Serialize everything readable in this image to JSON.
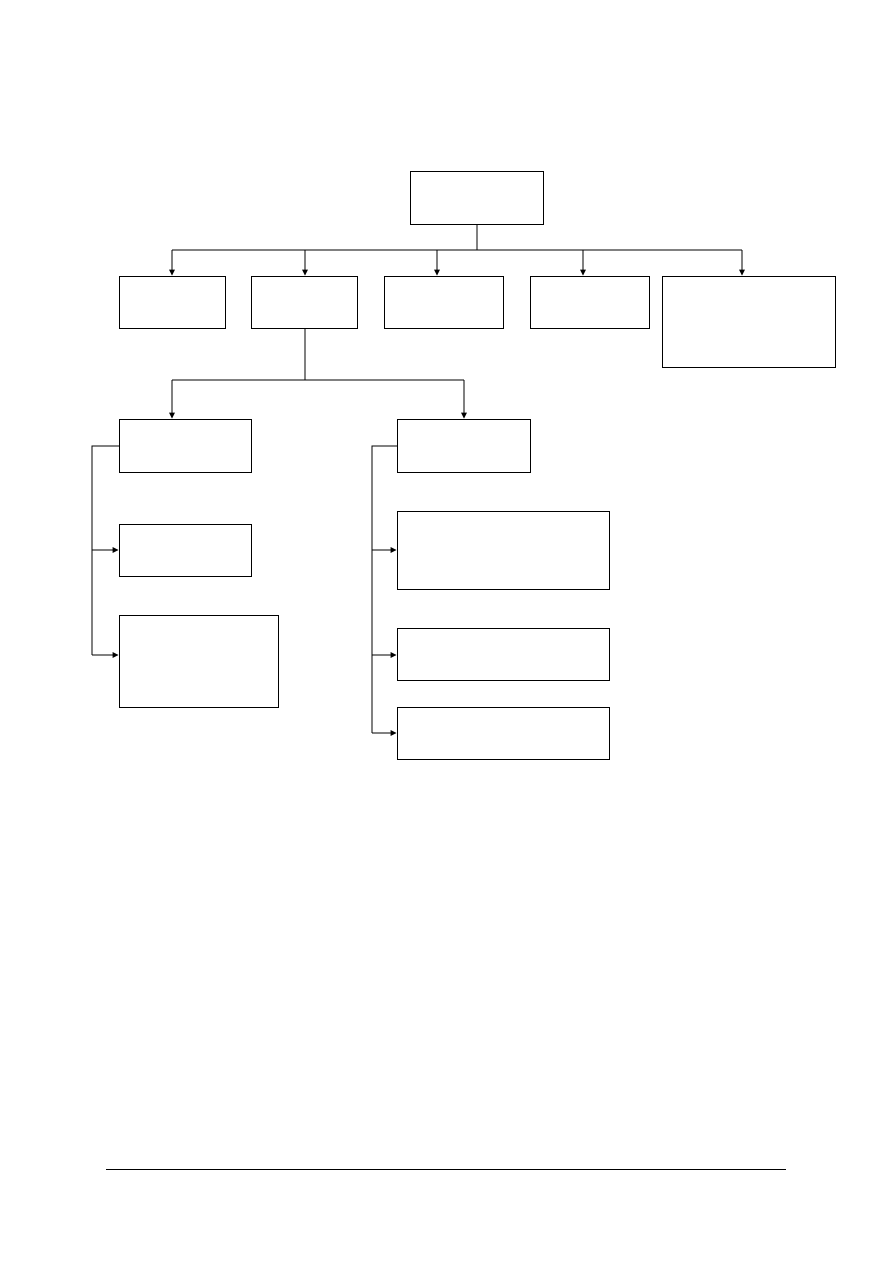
{
  "diagram": {
    "type": "org-chart",
    "colors": {
      "line": "#000000",
      "box_border": "#000000",
      "box_fill": "#ffffff",
      "background": "#ffffff"
    },
    "nodes": [
      {
        "id": "root",
        "label": ""
      },
      {
        "id": "level1-a",
        "label": "",
        "parent": "root"
      },
      {
        "id": "level1-b",
        "label": "",
        "parent": "root"
      },
      {
        "id": "level1-c",
        "label": "",
        "parent": "root"
      },
      {
        "id": "level1-d",
        "label": "",
        "parent": "root"
      },
      {
        "id": "level1-e",
        "label": "",
        "parent": "root"
      },
      {
        "id": "level2-left",
        "label": "",
        "parent": "level1-b"
      },
      {
        "id": "level2-right",
        "label": "",
        "parent": "level1-b"
      },
      {
        "id": "left-child-1",
        "label": "",
        "parent": "level2-left"
      },
      {
        "id": "left-child-2",
        "label": "",
        "parent": "level2-left"
      },
      {
        "id": "right-child-1",
        "label": "",
        "parent": "level2-right"
      },
      {
        "id": "right-child-2",
        "label": "",
        "parent": "level2-right"
      },
      {
        "id": "right-child-3",
        "label": "",
        "parent": "level2-right"
      }
    ]
  },
  "footer": {
    "text": ""
  }
}
